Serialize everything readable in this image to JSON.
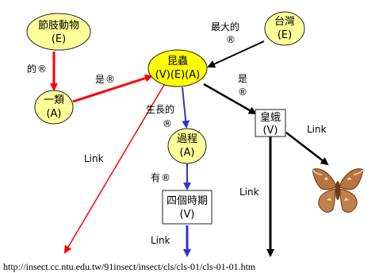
{
  "colors": {
    "node_fill": "#ffff99",
    "node_fill_main": "#ffff00",
    "red": "#ff0000",
    "blue": "#3333cc",
    "black": "#000000",
    "moth_body": "#b7743f",
    "moth_dark": "#6b3a18",
    "moth_light": "#f3d9b5"
  },
  "nodes": {
    "arthropod": {
      "label": "節肢動物",
      "tag": "(E)"
    },
    "insect": {
      "label": "昆蟲",
      "tag": "(V)(E)(A)"
    },
    "taiwan": {
      "label": "台灣",
      "tag": "(E)"
    },
    "class_one": {
      "label": "一類",
      "tag": "(A)"
    },
    "process": {
      "label": "過程",
      "tag": "(A)"
    },
    "emperor_moth": {
      "label": "皇蛾",
      "tag": "(V)"
    },
    "four_stages": {
      "label": "四個時期",
      "tag": "(V)"
    }
  },
  "edges": {
    "of": {
      "label": "的",
      "mark": "®"
    },
    "is_left": {
      "label": "是",
      "mark": "®"
    },
    "largest": {
      "label": "最大的",
      "mark": "®"
    },
    "is_right": {
      "label": "是",
      "mark": "®"
    },
    "growth": {
      "label": "生長的",
      "mark": "®"
    },
    "has": {
      "label": "有",
      "mark": "®"
    },
    "link_red": {
      "label": "Link"
    },
    "link_blue": {
      "label": "Link"
    },
    "link_black_mid": {
      "label": "Link"
    },
    "link_moth": {
      "label": "Link"
    }
  },
  "url": "http://insect.cc.ntu.edu.tw/91insect/insect/cls/cls-01/cls-01-01.htm",
  "image": {
    "name": "atlas moth photo"
  }
}
